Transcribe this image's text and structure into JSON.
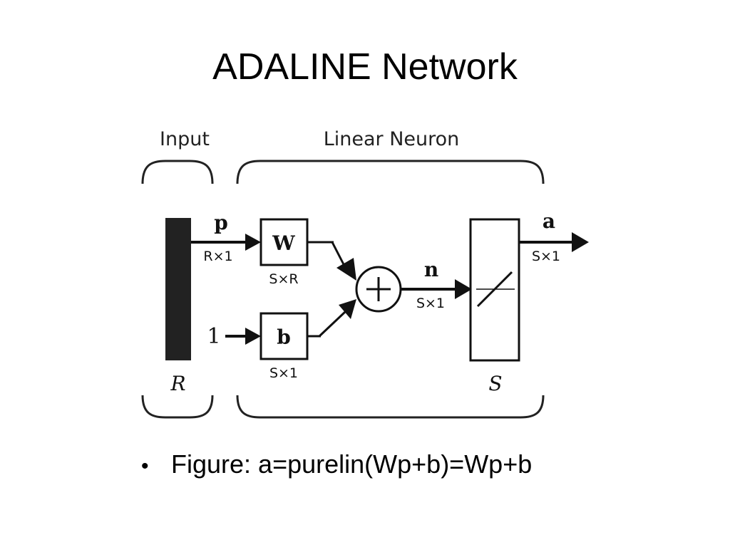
{
  "slide": {
    "title": "ADALINE Network",
    "bullet": "Figure: a=purelin(Wp+b)=Wp+b"
  },
  "diagram": {
    "input_group_label": "Input",
    "neuron_group_label": "Linear Neuron",
    "input_vector": "p",
    "input_dim": "R×1",
    "input_size": "R",
    "weight_label": "W",
    "weight_dim": "S×R",
    "bias_input": "1",
    "bias_label": "b",
    "bias_dim": "S×1",
    "sum_symbol": "+",
    "net_label": "n",
    "net_dim": "S×1",
    "layer_size": "S",
    "output_label": "a",
    "output_dim": "S×1",
    "transfer_function_icon": "purelin-linear-icon"
  }
}
